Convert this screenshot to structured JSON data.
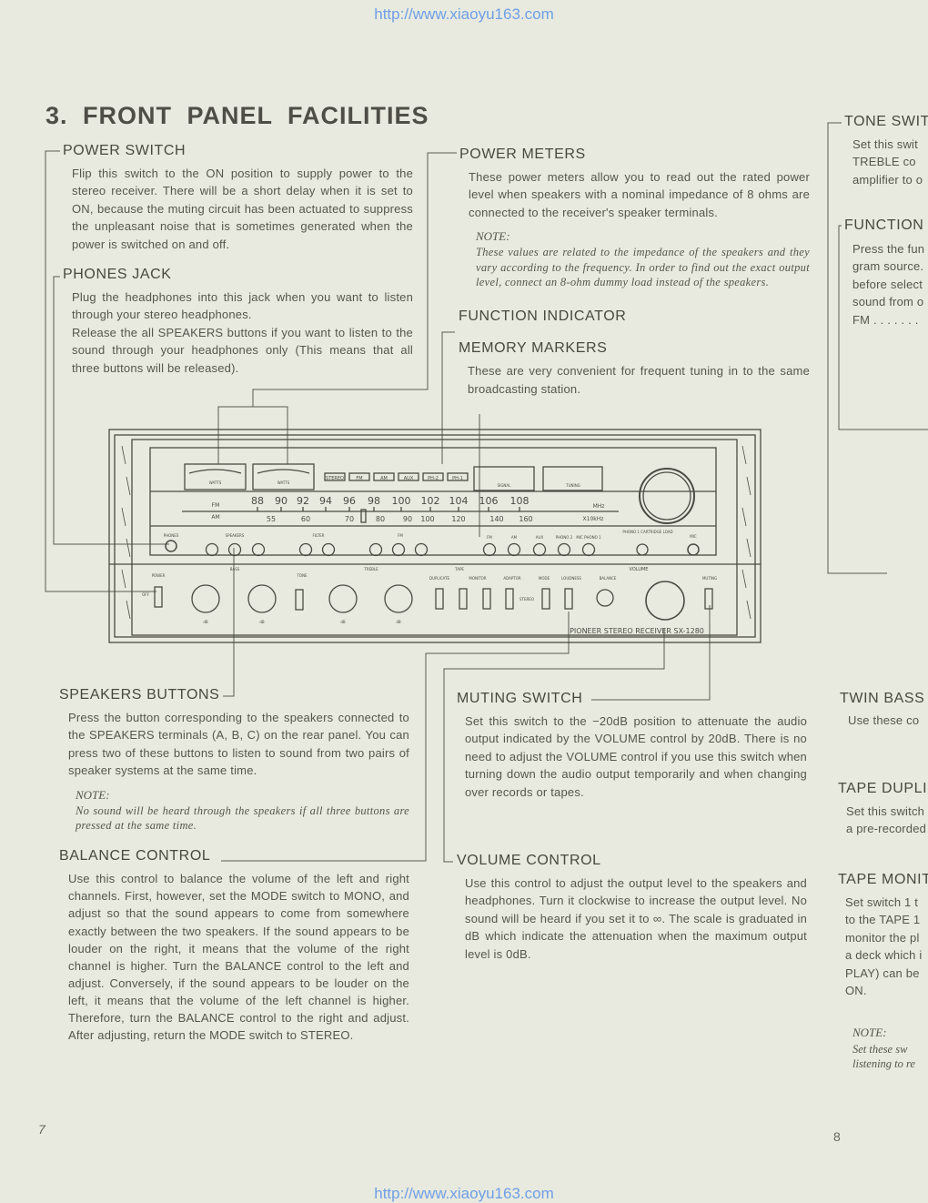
{
  "watermark": {
    "top": "http://www.xiaoyu163.com",
    "bottom": "http://www.xiaoyu163.com"
  },
  "title": "3. FRONT PANEL FACILITIES",
  "sections": {
    "power_switch": {
      "heading": "POWER SWITCH",
      "body": "Flip this switch to the ON position to supply power to the stereo receiver. There will be a short delay when it is set to ON, because the muting circuit has been actuated to suppress the unpleasant noise that is sometimes generated when the power is switched on and off."
    },
    "phones_jack": {
      "heading": "PHONES JACK",
      "body1": "Plug the headphones into this jack when you want to listen through your stereo headphones.",
      "body2": "Release the all SPEAKERS buttons if you want to listen to the sound through your headphones only (This means that all three buttons will be released)."
    },
    "power_meters": {
      "heading": "POWER METERS",
      "body": "These power meters allow you to read out the rated power level when speakers with a nominal impedance of 8 ohms are connected to the receiver's speaker terminals.",
      "note_label": "NOTE:",
      "note": "These values are related to the impedance of the speakers and they vary according to the frequency. In order to find out the exact output level, connect an 8-ohm dummy load instead of the speakers."
    },
    "function_indicator": {
      "heading": "FUNCTION INDICATOR"
    },
    "memory_markers": {
      "heading": "MEMORY MARKERS",
      "body": "These are very convenient for frequent tuning in to the same broadcasting station."
    },
    "speakers_buttons": {
      "heading": "SPEAKERS BUTTONS",
      "body": "Press the button corresponding to the speakers connected to the SPEAKERS terminals (A, B, C) on the rear panel. You can press two of these buttons to listen to sound from two pairs of speaker systems at the same time.",
      "note_label": "NOTE:",
      "note": "No sound will be heard through the speakers if all three buttons are pressed at the same time."
    },
    "balance_control": {
      "heading": "BALANCE CONTROL",
      "body": "Use this control to balance the volume of the left and right channels. First, however, set the MODE switch to MONO, and adjust so that the sound appears to come from somewhere exactly between the two speakers. If the sound appears to be louder on the right, it means that the volume of the right channel is higher. Turn the BALANCE control to the left and adjust. Conversely, if the sound appears to be louder on the left, it means that the volume of the left channel is higher. Therefore, turn the BALANCE control to the right and adjust. After adjusting, return the MODE switch to STEREO."
    },
    "muting_switch": {
      "heading": "MUTING SWITCH",
      "body": "Set this switch to the −20dB position to attenuate the audio output indicated by the VOLUME control by 20dB. There is no need to adjust the VOLUME control if you use this switch when turning down the audio output temporarily and when changing over records or tapes."
    },
    "volume_control": {
      "heading": "VOLUME CONTROL",
      "body": "Use this control to adjust the output level to the speakers and headphones. Turn it clockwise to increase the output level. No sound will be heard if you set it to ∞. The scale is graduated in dB which indicate the attenuation when the maximum output level is 0dB."
    }
  },
  "right_column": {
    "tone_switch": {
      "heading": "TONE SWIT",
      "lines": [
        "Set this swit",
        "TREBLE co",
        "amplifier to o"
      ]
    },
    "function": {
      "heading": "FUNCTION",
      "lines": [
        "Press the fun",
        "gram source.",
        "before select",
        "sound from o",
        "FM . . . . . . ."
      ]
    },
    "twin_bass": {
      "heading": "TWIN BASS",
      "lines": [
        "Use these co"
      ]
    },
    "tape_dupli": {
      "heading": "TAPE DUPLI",
      "lines": [
        "Set this switch",
        "a pre-recorded"
      ]
    },
    "tape_monit": {
      "heading": "TAPE MONIT",
      "lines": [
        "Set switch 1 t",
        "to the TAPE 1",
        "monitor the pl",
        "a deck which i",
        "PLAY) can be",
        "ON."
      ]
    },
    "note_label": "NOTE:",
    "note_lines": [
      "Set these sw",
      "listening to re"
    ]
  },
  "receiver": {
    "brand": "PIONEER STEREO RECEIVER SX-1280",
    "meter_label": "WATTS",
    "signal_label": "SIGNAL",
    "tuning_label": "TUNING",
    "indicators": [
      "STEREO",
      "FM",
      "AM",
      "AUX",
      "PH-2",
      "PH-1"
    ],
    "fm_label": "FM",
    "am_label": "AM",
    "mhz": "MHz",
    "khz": "X10kHz",
    "fm_scale": [
      "88",
      "90",
      "92",
      "94",
      "96",
      "98",
      "100",
      "102",
      "104",
      "106",
      "108"
    ],
    "am_scale": [
      "55",
      "60",
      "70",
      "80",
      "90",
      "100",
      "120",
      "140",
      "160"
    ],
    "upper_labels": {
      "phones": "PHONES",
      "speakers": "SPEAKERS",
      "filter": "FILTER",
      "fm": "FM",
      "sources": [
        "FM",
        "AM",
        "AUX",
        "PHONO 2",
        "MIC PHONO 1"
      ],
      "cartridge": "PHONO 1 CARTRIDGE LOAD",
      "mic": "MIC"
    },
    "lower_labels": {
      "power": "POWER",
      "off": "OFF",
      "bass": "BASS",
      "tone": "TONE",
      "treble": "TREBLE",
      "tape": "TAPE",
      "duplicate": "DUPLICATE",
      "monitor": "MONITOR",
      "adaptor": "ADAPTOR",
      "mode": "MODE",
      "loudness": "LOUDNESS",
      "balance": "BALANCE",
      "volume": "VOLUME",
      "muting": "MUTING",
      "stereo": "STEREO",
      "db": "dB"
    }
  },
  "page_numbers": {
    "left": "7",
    "right": "8"
  }
}
